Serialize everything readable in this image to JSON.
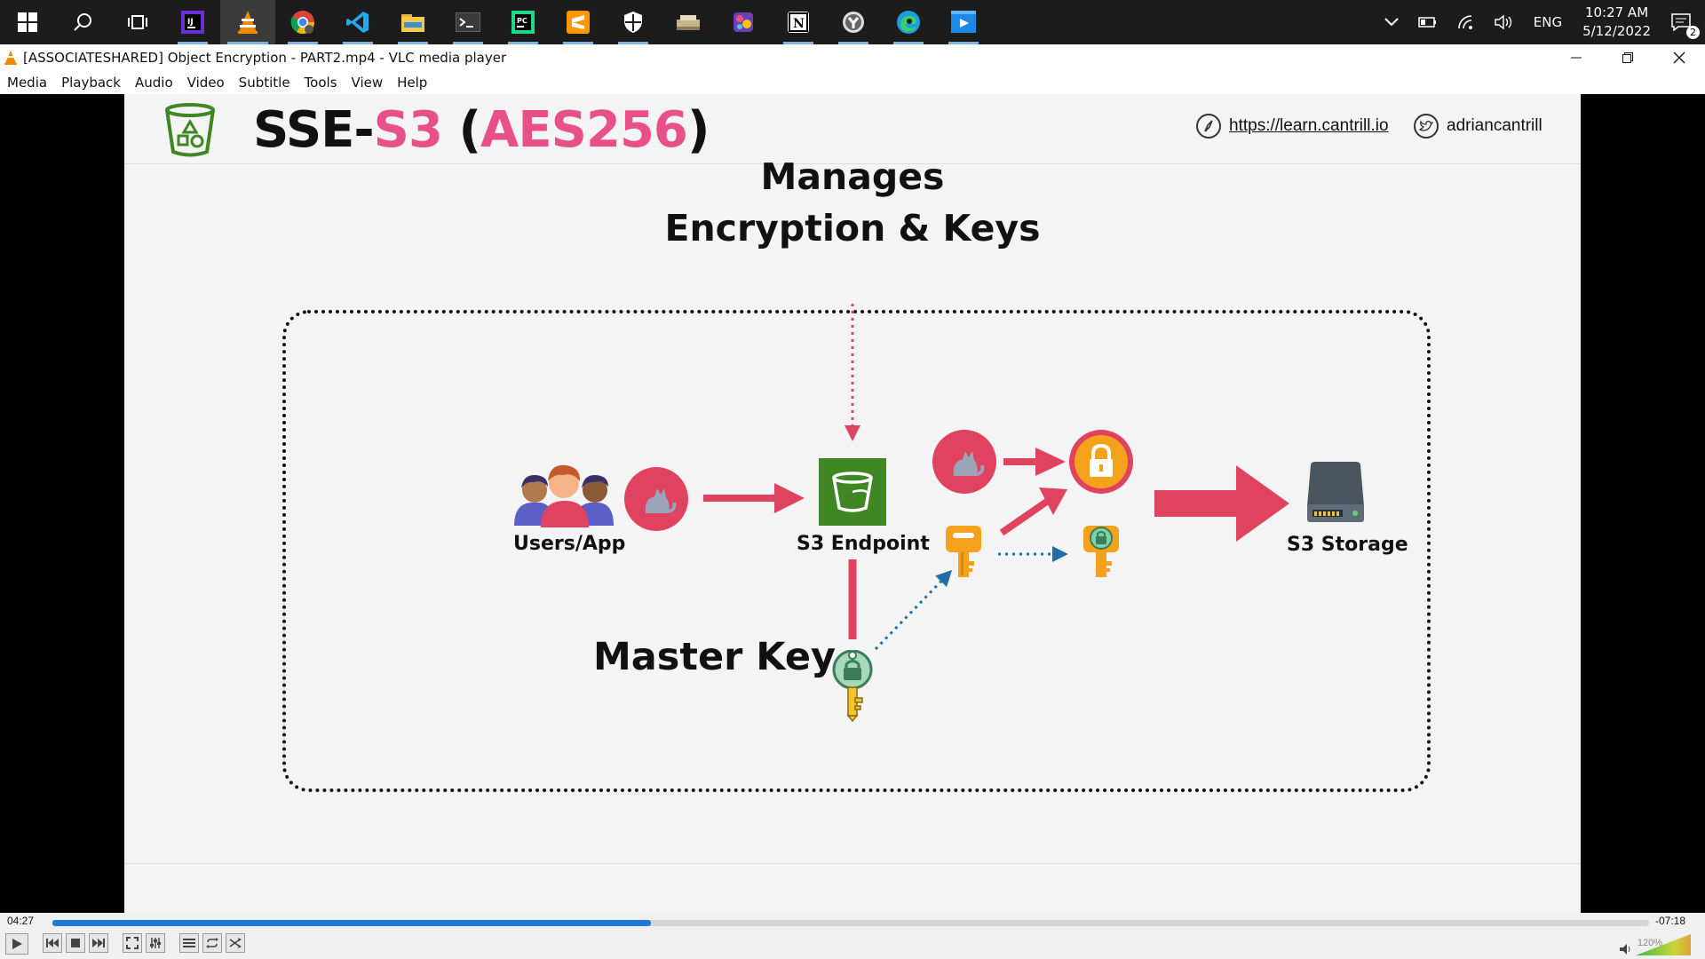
{
  "taskbar": {
    "apps": [
      "start-icon",
      "search-icon",
      "task-view-icon",
      "intellij-icon",
      "vlc-icon",
      "chrome-icon",
      "vscode-icon",
      "file-explorer-icon",
      "terminal-icon",
      "pycharm-icon",
      "sublime-icon",
      "security-icon",
      "app-icon",
      "colorful-app-icon",
      "notion-icon",
      "clock-app-icon",
      "edge-icon",
      "media-app-icon"
    ],
    "language": "ENG",
    "time": "10:27 AM",
    "date": "5/12/2022",
    "notifications_count": "2"
  },
  "window": {
    "title": "[ASSOCIATESHARED] Object Encryption - PART2.mp4 - VLC media player"
  },
  "menu": [
    "Media",
    "Playback",
    "Audio",
    "Video",
    "Subtitle",
    "Tools",
    "View",
    "Help"
  ],
  "slide": {
    "title_prefix": "SSE-",
    "title_s3": "S3",
    "title_paren_open": " (",
    "title_aes": "AES256",
    "title_paren_close": ")",
    "website": "https://learn.cantrill.io",
    "twitter": "adriancantrill",
    "heading_line1": "Manages",
    "heading_line2": "Encryption & Keys",
    "label_users": "Users/App",
    "label_endpoint": "S3 Endpoint",
    "label_storage": "S3 Storage",
    "label_master": "Master Key",
    "colors": {
      "pink": "#e8508a",
      "arrow": "#e0435f",
      "bucket_green": "#3f8624",
      "key_orange": "#f4a21c",
      "dot_blue": "#1f6fa6"
    }
  },
  "player": {
    "elapsed": "04:27",
    "remaining": "-07:18",
    "progress_fraction": 0.375,
    "volume": "120%",
    "volume_fraction": 1.0
  }
}
